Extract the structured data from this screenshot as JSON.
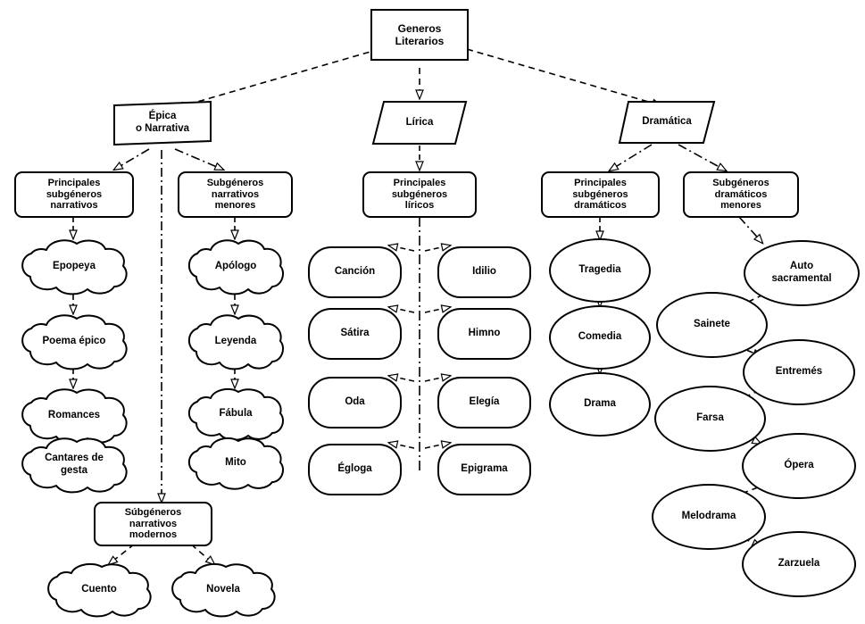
{
  "diagram": {
    "title": "Generos Literarios",
    "line_color": "#000000",
    "background": "#ffffff"
  },
  "nodes": {
    "root": {
      "label": "Generos\nLiterarios",
      "shape": "rect"
    },
    "epica": {
      "label": "Épica\no Narrativa",
      "shape": "parallelogram"
    },
    "lirica": {
      "label": "Lírica",
      "shape": "parallelogram"
    },
    "dramatica": {
      "label": "Dramática",
      "shape": "parallelogram"
    },
    "epica_principales": {
      "label": "Principales\nsubgéneros\nnarrativos",
      "shape": "rounded"
    },
    "epica_menores": {
      "label": "Subgéneros\nnarrativos\nmenores",
      "shape": "rounded"
    },
    "epica_modernos": {
      "label": "Súbgéneros\nnarrativos\nmodernos",
      "shape": "rounded"
    },
    "lirica_principales": {
      "label": "Principales\nsubgéneros\nlíricos",
      "shape": "rounded"
    },
    "drama_principales": {
      "label": "Principales\nsubgéneros\ndramáticos",
      "shape": "rounded"
    },
    "drama_menores": {
      "label": "Subgéneros\ndramáticos\nmenores",
      "shape": "rounded"
    },
    "epopeya": {
      "label": "Epopeya",
      "shape": "cloud"
    },
    "poema_epico": {
      "label": "Poema épico",
      "shape": "cloud"
    },
    "romances": {
      "label": "Romances",
      "shape": "cloud"
    },
    "cantares": {
      "label": "Cantares de\ngesta",
      "shape": "cloud"
    },
    "apologo": {
      "label": "Apólogo",
      "shape": "cloud"
    },
    "leyenda": {
      "label": "Leyenda",
      "shape": "cloud"
    },
    "fabula": {
      "label": "Fábula",
      "shape": "cloud"
    },
    "mito": {
      "label": "Mito",
      "shape": "cloud"
    },
    "cuento": {
      "label": "Cuento",
      "shape": "cloud"
    },
    "novela": {
      "label": "Novela",
      "shape": "cloud"
    },
    "cancion": {
      "label": "Canción",
      "shape": "pill"
    },
    "satira": {
      "label": "Sátira",
      "shape": "pill"
    },
    "oda": {
      "label": "Oda",
      "shape": "pill"
    },
    "egloga": {
      "label": "Égloga",
      "shape": "pill"
    },
    "idilio": {
      "label": "Idilio",
      "shape": "pill"
    },
    "himno": {
      "label": "Himno",
      "shape": "pill"
    },
    "elegia": {
      "label": "Elegía",
      "shape": "pill"
    },
    "epigrama": {
      "label": "Epigrama",
      "shape": "pill"
    },
    "tragedia": {
      "label": "Tragedia",
      "shape": "ellipse"
    },
    "comedia": {
      "label": "Comedia",
      "shape": "ellipse"
    },
    "drama": {
      "label": "Drama",
      "shape": "ellipse"
    },
    "auto_sacramental": {
      "label": "Auto\nsacramental",
      "shape": "ellipse"
    },
    "sainete": {
      "label": "Sainete",
      "shape": "ellipse"
    },
    "entremes": {
      "label": "Entremés",
      "shape": "ellipse"
    },
    "farsa": {
      "label": "Farsa",
      "shape": "ellipse"
    },
    "opera": {
      "label": "Ópera",
      "shape": "ellipse"
    },
    "melodrama": {
      "label": "Melodrama",
      "shape": "ellipse"
    },
    "zarzuela": {
      "label": "Zarzuela",
      "shape": "ellipse"
    }
  },
  "hierarchy": {
    "root": "Generos Literarios",
    "branches": [
      {
        "name": "Épica o Narrativa",
        "groups": [
          {
            "name": "Principales subgéneros narrativos",
            "items": [
              "Epopeya",
              "Poema épico",
              "Romances",
              "Cantares de gesta"
            ]
          },
          {
            "name": "Subgéneros narrativos menores",
            "items": [
              "Apólogo",
              "Leyenda",
              "Fábula",
              "Mito"
            ]
          },
          {
            "name": "Súbgéneros narrativos modernos",
            "items": [
              "Cuento",
              "Novela"
            ]
          }
        ]
      },
      {
        "name": "Lírica",
        "groups": [
          {
            "name": "Principales subgéneros líricos",
            "items": [
              "Canción",
              "Idilio",
              "Sátira",
              "Himno",
              "Oda",
              "Elegía",
              "Égloga",
              "Epigrama"
            ]
          }
        ]
      },
      {
        "name": "Dramática",
        "groups": [
          {
            "name": "Principales subgéneros dramáticos",
            "items": [
              "Tragedia",
              "Comedia",
              "Drama"
            ]
          },
          {
            "name": "Subgéneros dramáticos menores",
            "items": [
              "Auto sacramental",
              "Sainete",
              "Entremés",
              "Farsa",
              "Ópera",
              "Melodrama",
              "Zarzuela"
            ]
          }
        ]
      }
    ]
  }
}
